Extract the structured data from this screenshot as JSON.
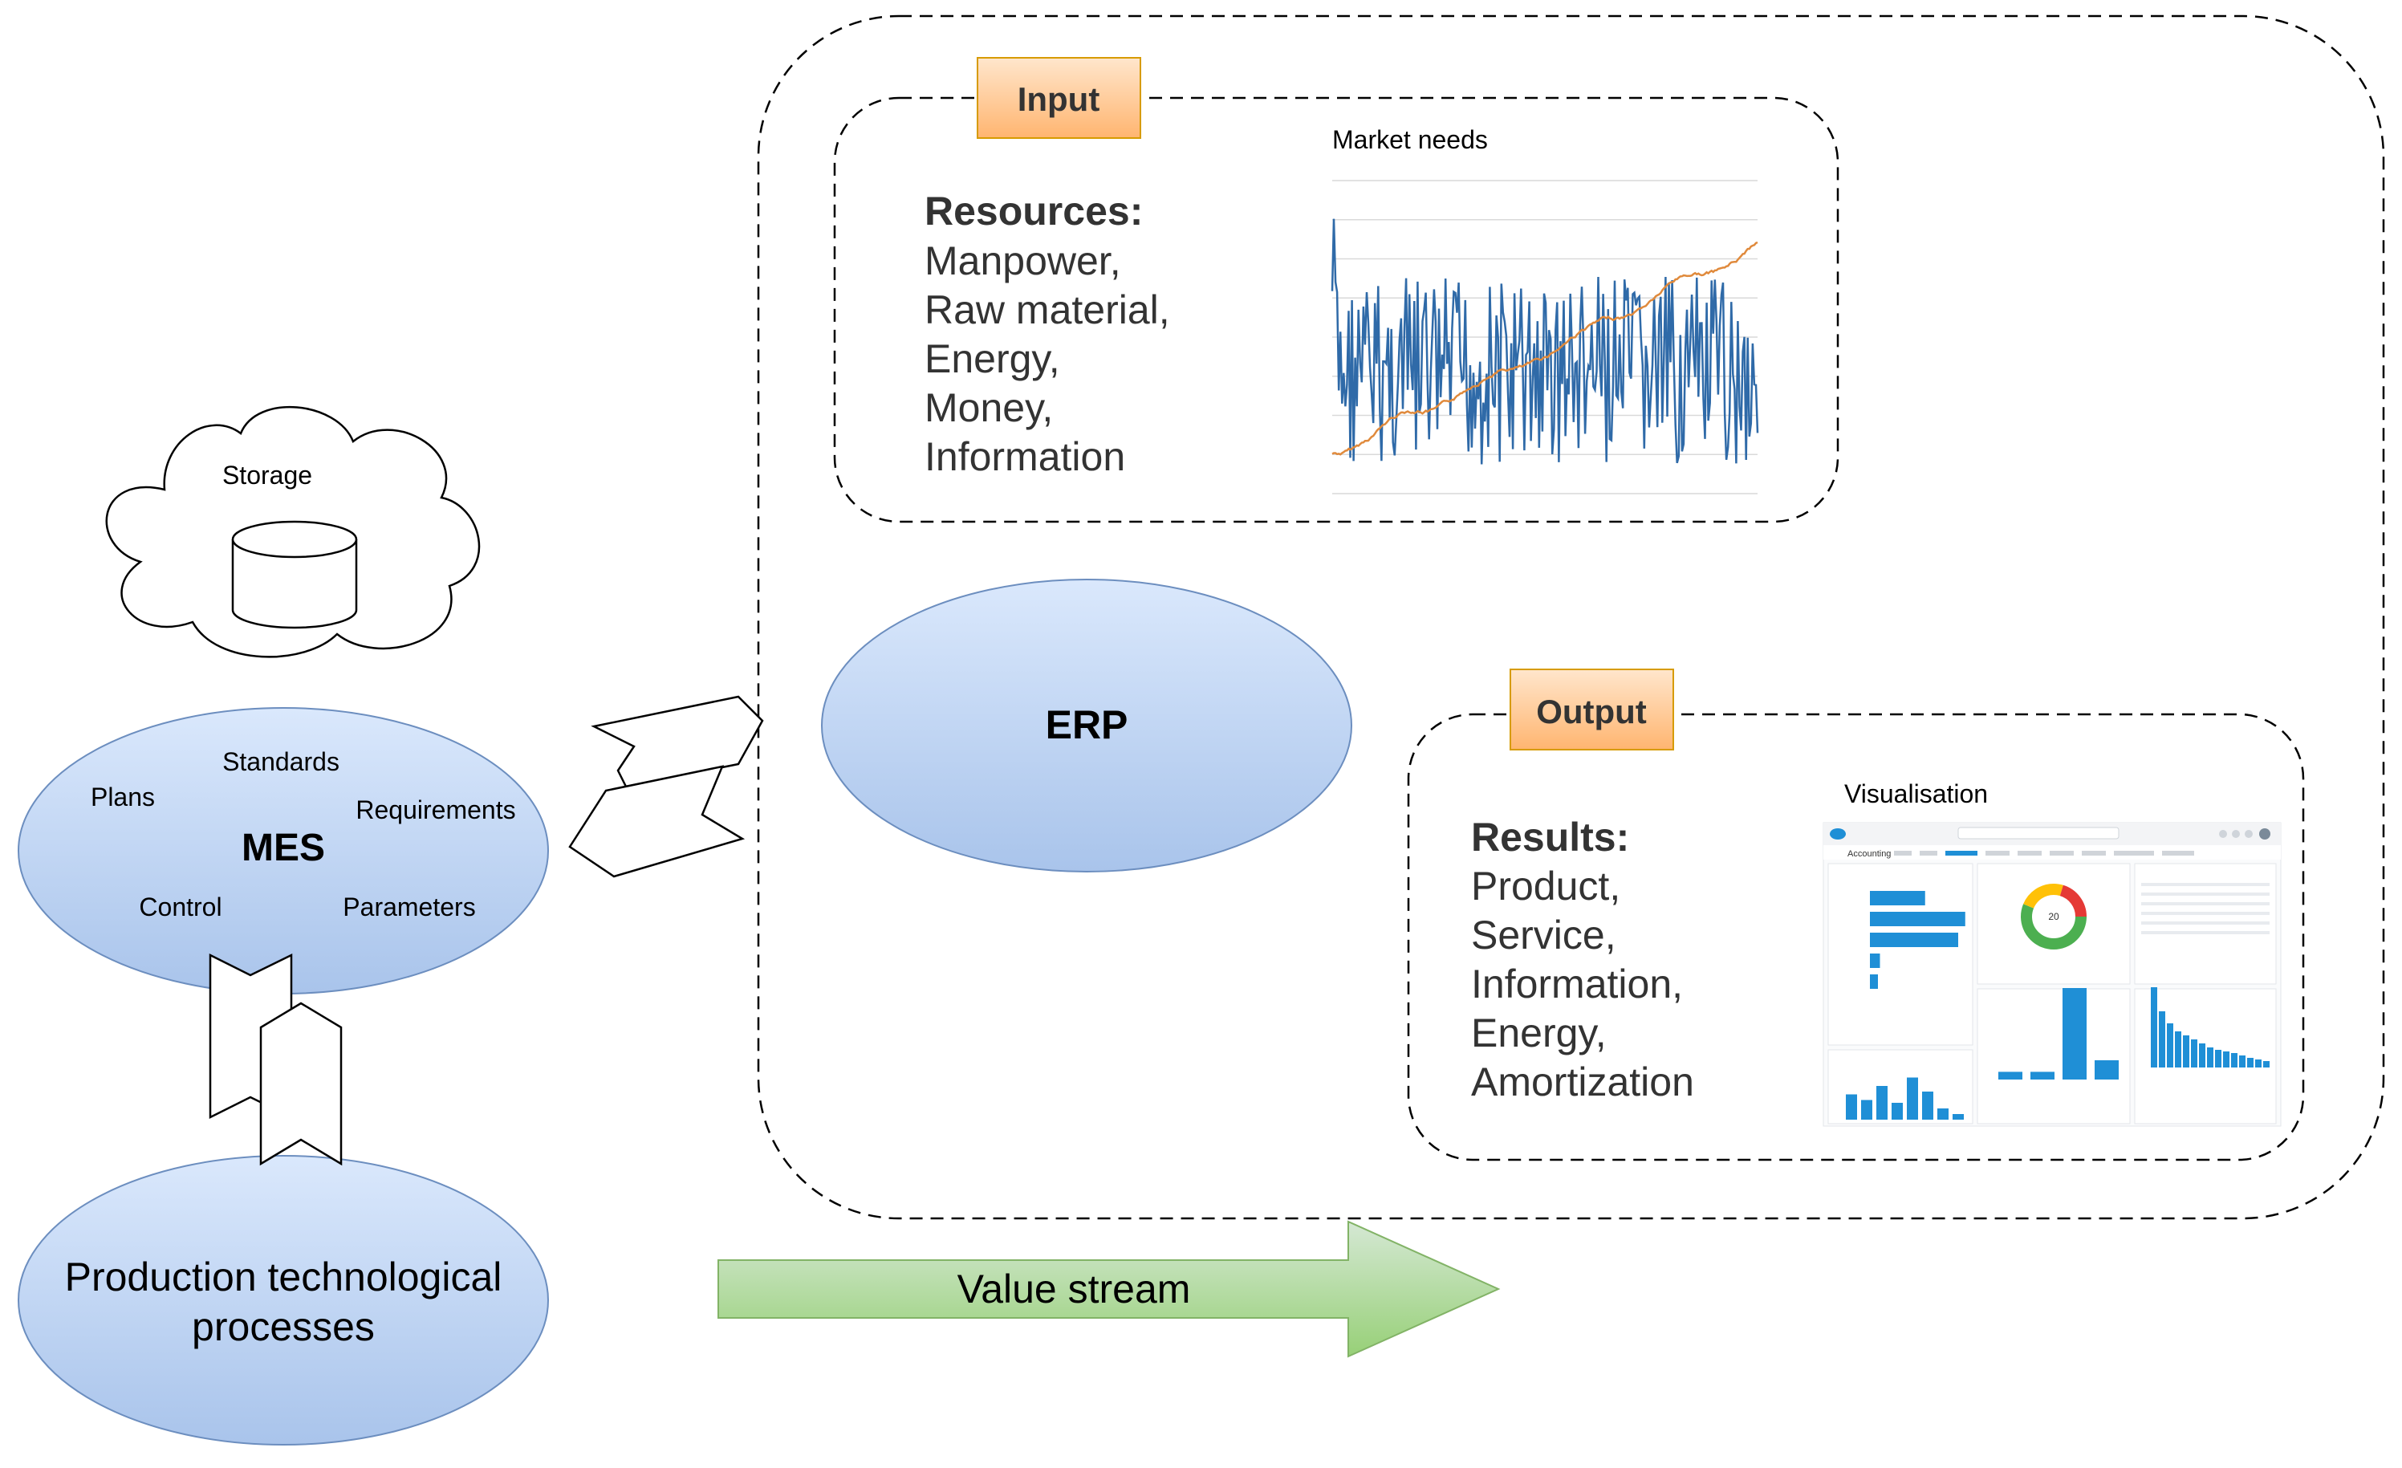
{
  "storage": {
    "label": "Storage"
  },
  "mes": {
    "title": "MES",
    "labels": [
      "Standards",
      "Plans",
      "Requirements",
      "Control",
      "Parameters"
    ]
  },
  "production": {
    "line1": "Production technological",
    "line2": "processes"
  },
  "erp": {
    "title": "ERP"
  },
  "input": {
    "tab": "Input",
    "heading": "Resources:",
    "items": [
      "Manpower,",
      "Raw material,",
      "Energy,",
      "Money,",
      "Information"
    ],
    "chart_caption": "Market needs"
  },
  "output": {
    "tab": "Output",
    "heading": "Results:",
    "items": [
      "Product,",
      "Service,",
      "Information,",
      "Energy,",
      "Amortization"
    ],
    "dashboard_caption": "Visualisation",
    "dashboard": {
      "app_name": "Accounting",
      "donut_value": "20",
      "bars_left": [
        0.55,
        0.95,
        0.88,
        0.1,
        0.08
      ],
      "bars_bottom_left": [
        0.45,
        0.35,
        0.6,
        0.3,
        0.75,
        0.5,
        0.2,
        0.1
      ],
      "bars_bottom_mid": [
        0.08,
        0.08,
        0.95,
        0.2
      ],
      "bars_bottom_right": [
        1.0,
        0.7,
        0.55,
        0.45,
        0.4,
        0.35,
        0.3,
        0.25,
        0.22,
        0.2,
        0.18,
        0.15,
        0.12,
        0.1,
        0.08
      ]
    }
  },
  "value_stream": {
    "label": "Value stream"
  },
  "colors": {
    "ellipse_top": "#dae8fc",
    "ellipse_bottom": "#a9c4eb",
    "ellipse_stroke": "#6c8ebf",
    "tab_top": "#ffe6cc",
    "tab_bottom": "#ffb570",
    "tab_stroke": "#d79b00",
    "arrow_top": "#d5e8d4",
    "arrow_bottom": "#97d077",
    "arrow_stroke": "#82b366",
    "text_gray": "#333333",
    "series_blue": "#2f6aa8",
    "series_orange": "#e08a3c",
    "dash_blue": "#1f8fd6"
  }
}
